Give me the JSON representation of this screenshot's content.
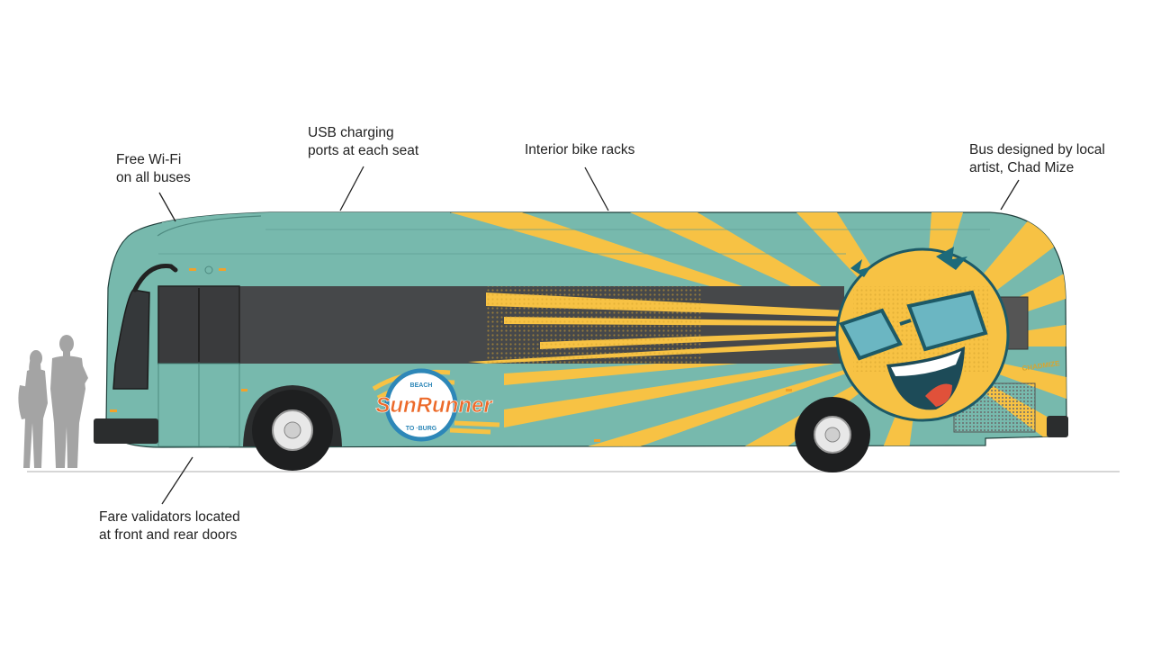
{
  "callouts": {
    "wifi": {
      "line1": "Free Wi-Fi",
      "line2": "on all buses"
    },
    "usb": {
      "line1": "USB charging",
      "line2": "ports at each seat"
    },
    "bike": {
      "line1": "Interior bike racks"
    },
    "artist": {
      "line1": "Bus designed by local",
      "line2": "artist, Chad Mize"
    },
    "fare": {
      "line1": "Fare validators located",
      "line2": "at front and rear doors"
    }
  },
  "logo": {
    "name": "SunRunner",
    "top_text": "BEACH",
    "bottom_text": "TO ·BURG"
  },
  "signature": "CHADMIZE",
  "colors": {
    "bus_teal": "#77b9ad",
    "sun_yellow": "#f7c244",
    "window_dark": "#46484a",
    "logo_orange": "#ec6a2a",
    "logo_blue": "#2d87b8",
    "silhouette_gray": "#a4a4a4",
    "outline_dark": "#20403c"
  }
}
